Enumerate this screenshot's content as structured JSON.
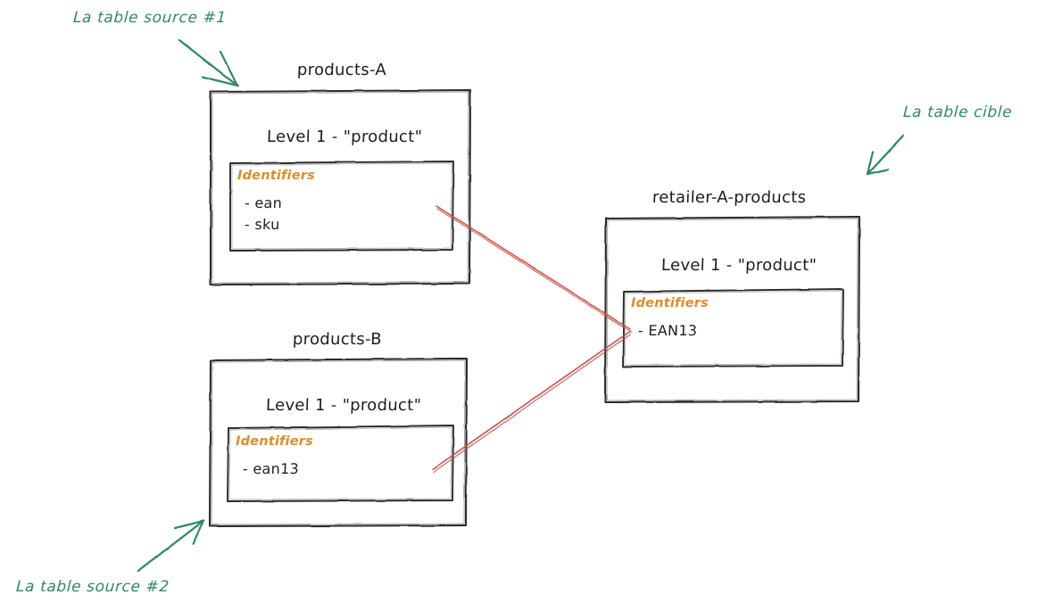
{
  "diagram": {
    "title_hidden": "",
    "palette": {
      "ink": "#1d1d1d",
      "accent_orange": "#e08b2c",
      "annotation_green": "#2e8b62",
      "mapping_red": "#cc4b42",
      "background": "#ffffff"
    }
  },
  "annotations": [
    {
      "id": "source1",
      "label": "La table source #1"
    },
    {
      "id": "target",
      "label": "La table cible"
    },
    {
      "id": "source2",
      "label": "La table source #2"
    }
  ],
  "tables": [
    {
      "id": "products-a",
      "title": "products-A",
      "level_label": "Level 1 - \"product\"",
      "identifiers_label": "Identifiers",
      "identifiers": [
        "- ean",
        "- sku"
      ]
    },
    {
      "id": "products-b",
      "title": "products-B",
      "level_label": "Level 1 - \"product\"",
      "identifiers_label": "Identifiers",
      "identifiers": [
        "- ean13"
      ]
    },
    {
      "id": "retailer-a-products",
      "title": "retailer-A-products",
      "level_label": "Level 1 - \"product\"",
      "identifiers_label": "Identifiers",
      "identifiers": [
        "- EAN13"
      ]
    }
  ],
  "mappings": [
    {
      "from": "products-a",
      "to": "retailer-a-products"
    },
    {
      "from": "products-b",
      "to": "retailer-a-products"
    }
  ]
}
